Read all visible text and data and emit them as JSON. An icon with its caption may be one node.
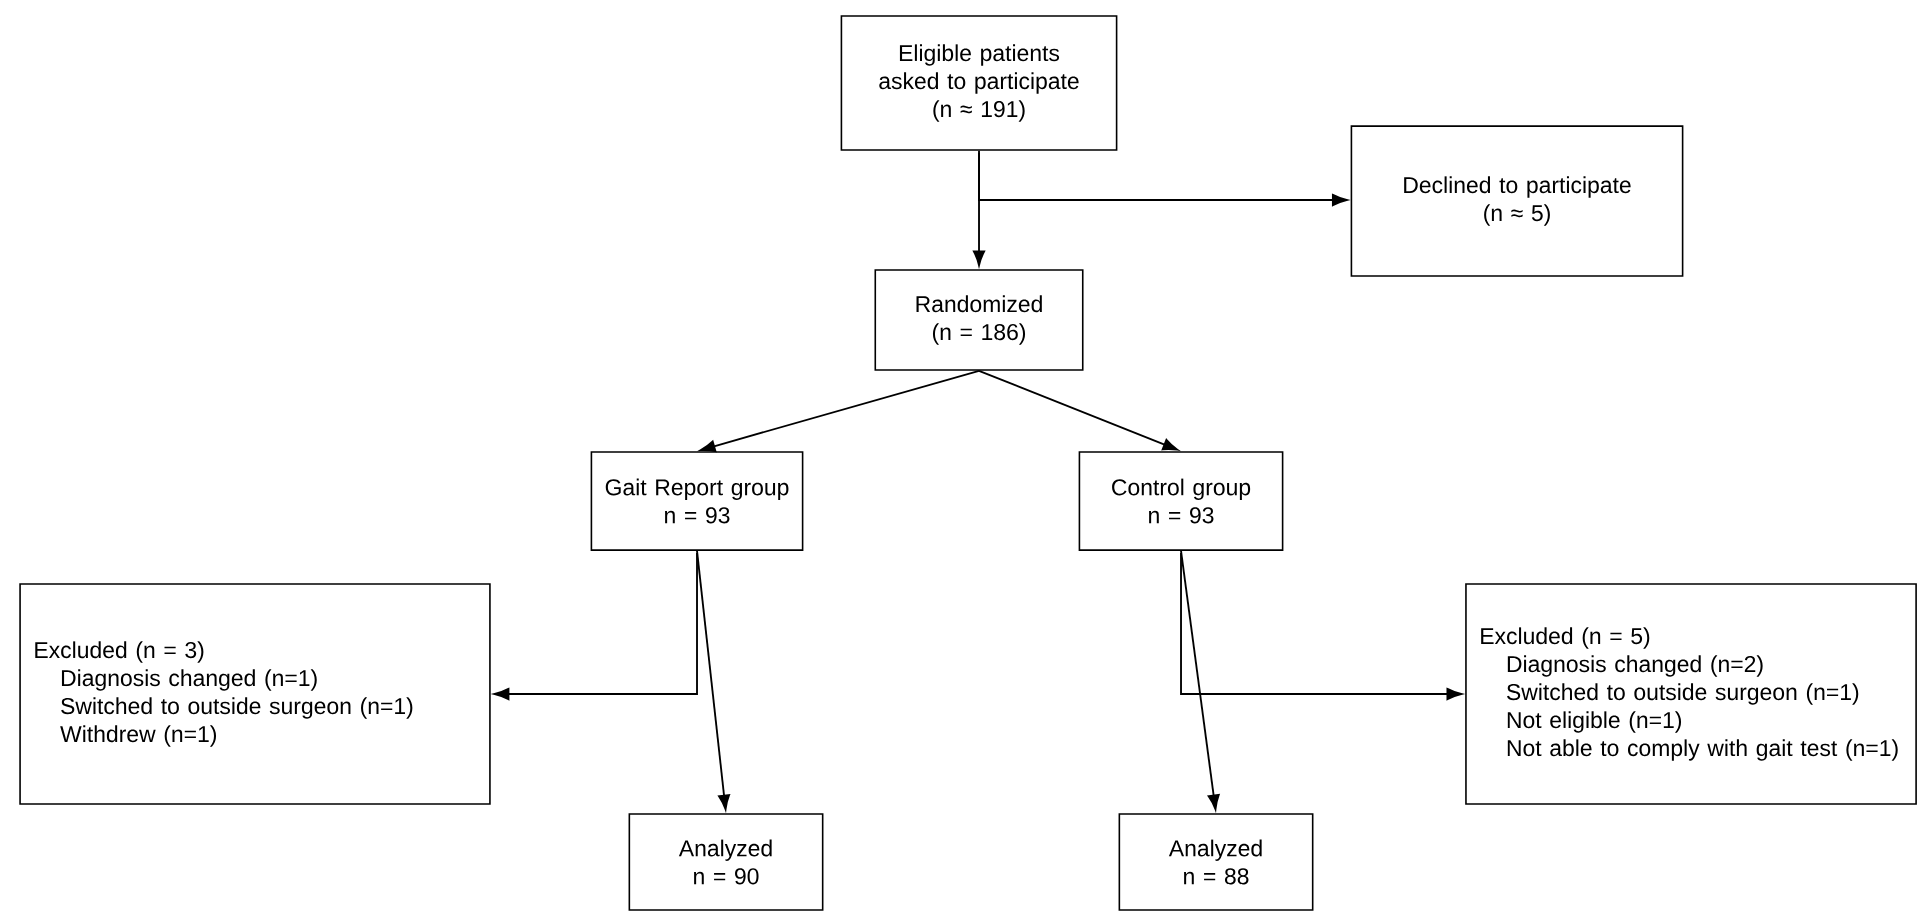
{
  "diagram": {
    "nodes": [
      {
        "text": [
          "Eligible patients asked to participate",
          "(n ≈ 191)"
        ]
      },
      {
        "text": [
          "Declined to participate",
          "(n ≈ 5)"
        ]
      },
      {
        "text": [
          "Randomized",
          "(n = 186)"
        ]
      },
      {
        "text": [
          "Gait Report group",
          "n = 93"
        ]
      },
      {
        "text": [
          "Control group",
          "n = 93"
        ]
      },
      {
        "text": [
          "Excluded (n = 3)",
          "Diagnosis changed (n=1)",
          "Switched to outside surgeon (n=1)",
          "Withdrew (n=1)"
        ]
      },
      {
        "text": [
          "Excluded (n = 5)",
          "Diagnosis changed (n=2)",
          "Switched to outside surgeon (n=1)",
          "Not eligible (n=1)",
          "Not able to comply with gait test (n=1)"
        ]
      },
      {
        "text": [
          "Analyzed",
          "n = 90"
        ]
      },
      {
        "text": [
          "Analyzed",
          "n = 88"
        ]
      }
    ],
    "edges": [
      {
        "from": 0,
        "to": 2,
        "arrow": "to"
      },
      {
        "from": 0,
        "to": 1,
        "arrow": "to"
      },
      {
        "from": 2,
        "to": 3,
        "arrow": "to"
      },
      {
        "from": 2,
        "to": 4,
        "arrow": "to"
      },
      {
        "from": 3,
        "to": 5,
        "arrow": "to"
      },
      {
        "from": 3,
        "to": 7,
        "arrow": "to"
      },
      {
        "from": 4,
        "to": 6,
        "arrow": "to"
      },
      {
        "from": 4,
        "to": 8,
        "arrow": "to"
      }
    ]
  }
}
